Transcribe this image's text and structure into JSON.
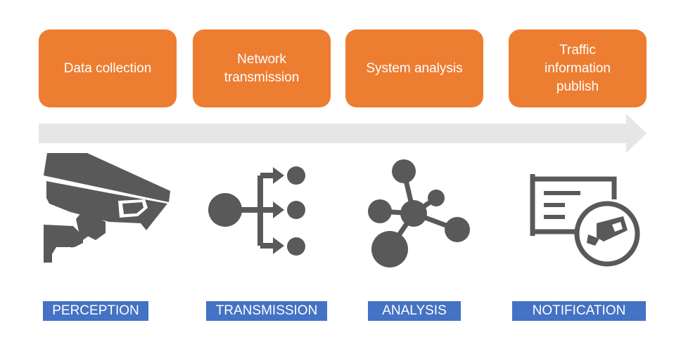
{
  "colors": {
    "box_fill": "#ED7D31",
    "label_fill": "#4472C4",
    "arrow": "#E6E6E6",
    "icon": "#595959"
  },
  "stages": [
    {
      "step": "Data collection",
      "label": "PERCEPTION",
      "icon": "surveillance-camera-icon"
    },
    {
      "step": "Network\ntransmission",
      "label": "TRANSMISSION",
      "icon": "network-distribution-icon"
    },
    {
      "step": "System analysis",
      "label": "ANALYSIS",
      "icon": "molecule-network-icon"
    },
    {
      "step": "Traffic\ninformation\npublish",
      "label": "NOTIFICATION",
      "icon": "traffic-sign-camera-icon"
    }
  ]
}
